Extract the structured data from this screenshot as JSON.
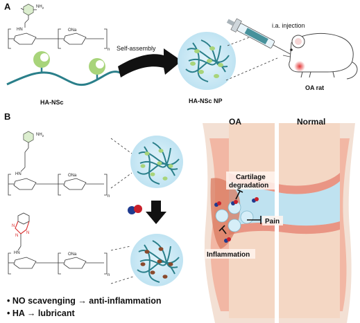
{
  "panel_a": {
    "letter": "A",
    "polymer_name": "HA-NSc",
    "arrow_label": "Self-assembly",
    "nanoparticle_name": "HA-NSc NP",
    "injection_label": "i.a. injection",
    "model_label": "OA rat",
    "chem": {
      "nh2": "NH",
      "nh2_sub": "2",
      "hn": "HN",
      "ona": "ONa",
      "subscript": "n"
    }
  },
  "panel_b": {
    "letter": "B",
    "chem_top": {
      "nh2": "NH",
      "nh2_sub": "2",
      "hn": "HN",
      "ona": "ONa",
      "subscript": "n"
    },
    "chem_bottom": {
      "n1": "N",
      "n2": "N",
      "n3": "N",
      "hn": "HN",
      "ona": "ONa",
      "subscript": "n"
    },
    "oa_label": "OA",
    "normal_label": "Normal",
    "cartilage_label_1": "Cartilage",
    "cartilage_label_2": "degradation",
    "pain_label": "Pain",
    "inflammation_label": "Inflammation",
    "bullets": [
      "NO scavenging → anti-inflammation",
      "HA → lubricant"
    ]
  },
  "colors": {
    "chain": "#2a7f8a",
    "np_fill": "#d6eef8",
    "green": "#a8d47a",
    "bone": "#f4d7c4",
    "cartilage": "#f2a79b",
    "synovium": "#e8a78f",
    "fluid": "#bfe2f0",
    "arrow": "#111111",
    "highlight_red": "#d92a2a"
  }
}
